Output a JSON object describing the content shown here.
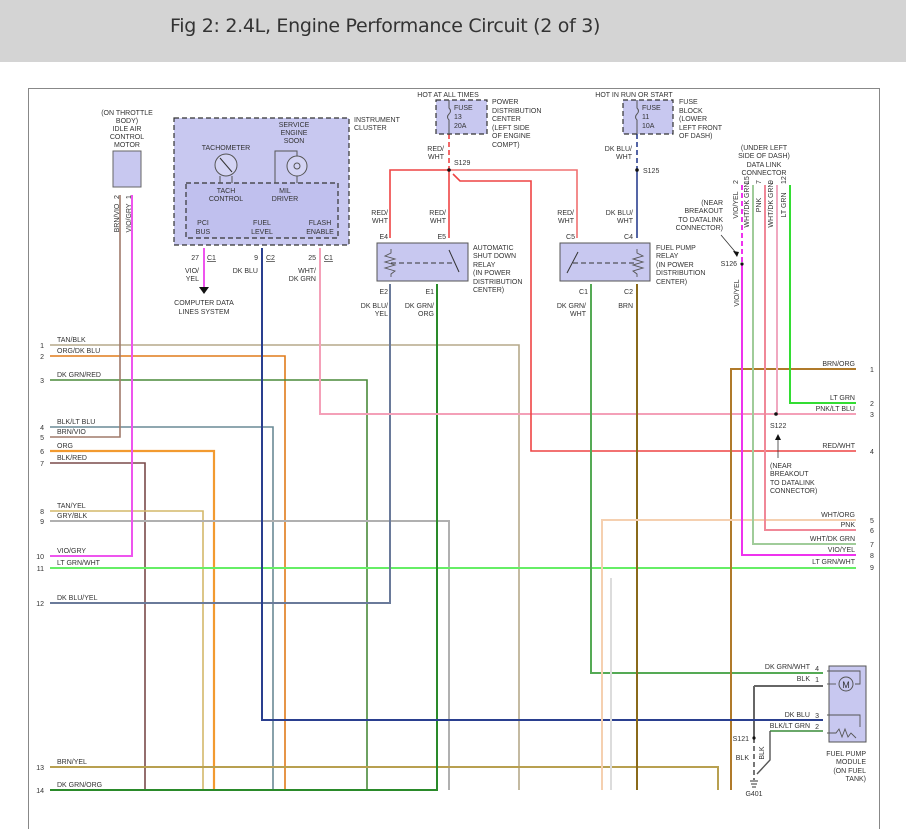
{
  "header": {
    "title": "Fig 2: 2.4L, Engine Performance Circuit (2 of 3)"
  },
  "components": {
    "iac_motor": {
      "lines": [
        "(ON THROTTLE",
        "BODY)",
        "IDLE AIR",
        "CONTROL",
        "MOTOR"
      ],
      "pins": [
        "2",
        "1"
      ],
      "wires": [
        "BRN/VIO",
        "VIO/GRY"
      ]
    },
    "instrument_cluster": {
      "name": [
        "INSTRUMENT",
        "CLUSTER"
      ],
      "tachometer": "TACHOMETER",
      "service_engine_soon": [
        "SERVICE",
        "ENGINE",
        "SOON"
      ],
      "tach_control": [
        "TACH",
        "CONTROL"
      ],
      "mil_driver": [
        "MIL",
        "DRIVER"
      ],
      "pci_bus": [
        "PCI",
        "BUS"
      ],
      "fuel_level": [
        "FUEL",
        "LEVEL"
      ],
      "flash_enable": [
        "FLASH",
        "ENABLE"
      ],
      "pins": [
        {
          "num": "27",
          "conn": "C1",
          "wire": [
            "VIO/",
            "YEL"
          ]
        },
        {
          "num": "9",
          "conn": "C2",
          "wire": [
            "DK BLU"
          ]
        },
        {
          "num": "25",
          "conn": "C1",
          "wire": [
            "WHT/",
            "DK GRN"
          ]
        }
      ],
      "computer_data": [
        "COMPUTER DATA",
        "LINES SYSTEM"
      ]
    },
    "pdc_fuse": {
      "hot": "HOT AT ALL TIMES",
      "fuse": [
        "FUSE",
        "13",
        "20A"
      ],
      "location": [
        "POWER",
        "DISTRIBUTION",
        "CENTER",
        "(LEFT SIDE",
        "OF ENGINE",
        "COMPT)"
      ],
      "wire": [
        "RED/",
        "WHT"
      ],
      "splice": "S129"
    },
    "fuse_block": {
      "hot": "HOT IN RUN OR START",
      "fuse": [
        "FUSE",
        "11",
        "10A"
      ],
      "location": [
        "FUSE",
        "BLOCK",
        "(LOWER",
        "LEFT FRONT",
        "OF DASH)"
      ],
      "wire": [
        "DK BLU/",
        "WHT"
      ],
      "splice": "S125"
    },
    "asd_relay": {
      "name": [
        "AUTOMATIC",
        "SHUT DOWN",
        "RELAY",
        "(IN POWER",
        "DISTRIBUTION",
        "CENTER)"
      ],
      "pins": {
        "e4": "E4",
        "e5": "E5",
        "e2": "E2",
        "e1": "E1"
      },
      "wires": {
        "e4": [
          "RED/",
          "WHT"
        ],
        "e5": [
          "RED/",
          "WHT"
        ],
        "e2": [
          "DK BLU/",
          "YEL"
        ],
        "e1": [
          "DK GRN/",
          "ORG"
        ]
      }
    },
    "fp_relay": {
      "name": [
        "FUEL PUMP",
        "RELAY",
        "(IN POWER",
        "DISTRIBUTION",
        "CENTER)"
      ],
      "pins": {
        "c5": "C5",
        "c4": "C4",
        "c1": "C1",
        "c2": "C2"
      },
      "wires": {
        "c5": [
          "RED/",
          "WHT"
        ],
        "c4": [
          "DK BLU/",
          "WHT"
        ],
        "c1": [
          "DK GRN/",
          "WHT"
        ],
        "c2": [
          "BRN"
        ]
      }
    },
    "dlc": {
      "name": [
        "(UNDER LEFT",
        "SIDE OF DASH)",
        "DATA LINK",
        "CONNECTOR"
      ],
      "pins": [
        "2",
        "15",
        "7",
        "9",
        "12"
      ],
      "wires": [
        "VIO/YEL",
        "WHT/DK GRN",
        "PNK",
        "WHT/DK GRN",
        "LT GRN"
      ],
      "splice": "S126",
      "splice_note": [
        "(NEAR",
        "BREAKOUT",
        "TO DATALINK",
        "CONNECTOR)"
      ],
      "below_wire": "VIO/YEL"
    },
    "s122": {
      "label": "S122",
      "note": [
        "(NEAR",
        "BREAKOUT",
        "TO DATALINK",
        "CONNECTOR)"
      ]
    },
    "fuel_pump_module": {
      "name": [
        "FUEL PUMP",
        "MODULE",
        "(ON FUEL",
        "TANK)"
      ],
      "pins": [
        {
          "num": "4",
          "wire": "DK GRN/WHT"
        },
        {
          "num": "1",
          "wire": "BLK"
        },
        {
          "num": "3",
          "wire": "DK BLU"
        },
        {
          "num": "2",
          "wire": "BLK/LT GRN"
        }
      ],
      "motor": "M",
      "splice": "S121",
      "ground_wire": "BLK",
      "ground_wire2": "BLK",
      "ground": "G401"
    }
  },
  "left_pins": [
    {
      "num": "1",
      "label": "TAN/BLK",
      "color": "#b5a98a"
    },
    {
      "num": "2",
      "label": "ORG/DK BLU",
      "color": "#e07b1a"
    },
    {
      "num": "3",
      "label": "DK GRN/RED",
      "color": "#4a8a3a"
    },
    {
      "num": "4",
      "label": "BLK/LT BLU",
      "color": "#6a8a96"
    },
    {
      "num": "5",
      "label": "BRN/VIO",
      "color": "#a07a6a"
    },
    {
      "num": "6",
      "label": "ORG",
      "color": "#f29a30"
    },
    {
      "num": "7",
      "label": "BLK/RED",
      "color": "#7a4a4a"
    },
    {
      "num": "8",
      "label": "TAN/YEL",
      "color": "#d4b86a"
    },
    {
      "num": "9",
      "label": "GRY/BLK",
      "color": "#b0b0b0"
    },
    {
      "num": "10",
      "label": "VIO/GRY",
      "color": "#ee55ee"
    },
    {
      "num": "11",
      "label": "LT GRN/WHT",
      "color": "#66ee66"
    },
    {
      "num": "12",
      "label": "DK BLU/YEL",
      "color": "#6a7a9a"
    },
    {
      "num": "13",
      "label": "BRN/YEL",
      "color": "#b8a050"
    },
    {
      "num": "14",
      "label": "DK GRN/ORG",
      "color": "#2a8a2a"
    }
  ],
  "right_pins": [
    {
      "num": "1",
      "label": "BRN/ORG",
      "color": "#b07a2a"
    },
    {
      "num": "2",
      "label": "LT GRN",
      "color": "#33dd33"
    },
    {
      "num": "3",
      "label": "PNK/LT BLU",
      "color": "#f4a0b8"
    },
    {
      "num": "4",
      "label": "RED/WHT",
      "color": "#ee3333"
    },
    {
      "num": "5",
      "label": "WHT/ORG",
      "color": "#f5d0b0"
    },
    {
      "num": "6",
      "label": "PNK",
      "color": "#f08898"
    },
    {
      "num": "7",
      "label": "WHT/DK GRN",
      "color": "#a0cc9a"
    },
    {
      "num": "8",
      "label": "VIO/YEL",
      "color": "#ee33ee"
    },
    {
      "num": "9",
      "label": "LT GRN/WHT",
      "color": "#66ee66"
    }
  ],
  "colors": {
    "component_fill": "#c8c8f0",
    "red_wht": "#ee4444",
    "dk_blu": "#2a3f8f",
    "dk_grn": "#2a8a2a",
    "brn": "#8a6a1a"
  }
}
